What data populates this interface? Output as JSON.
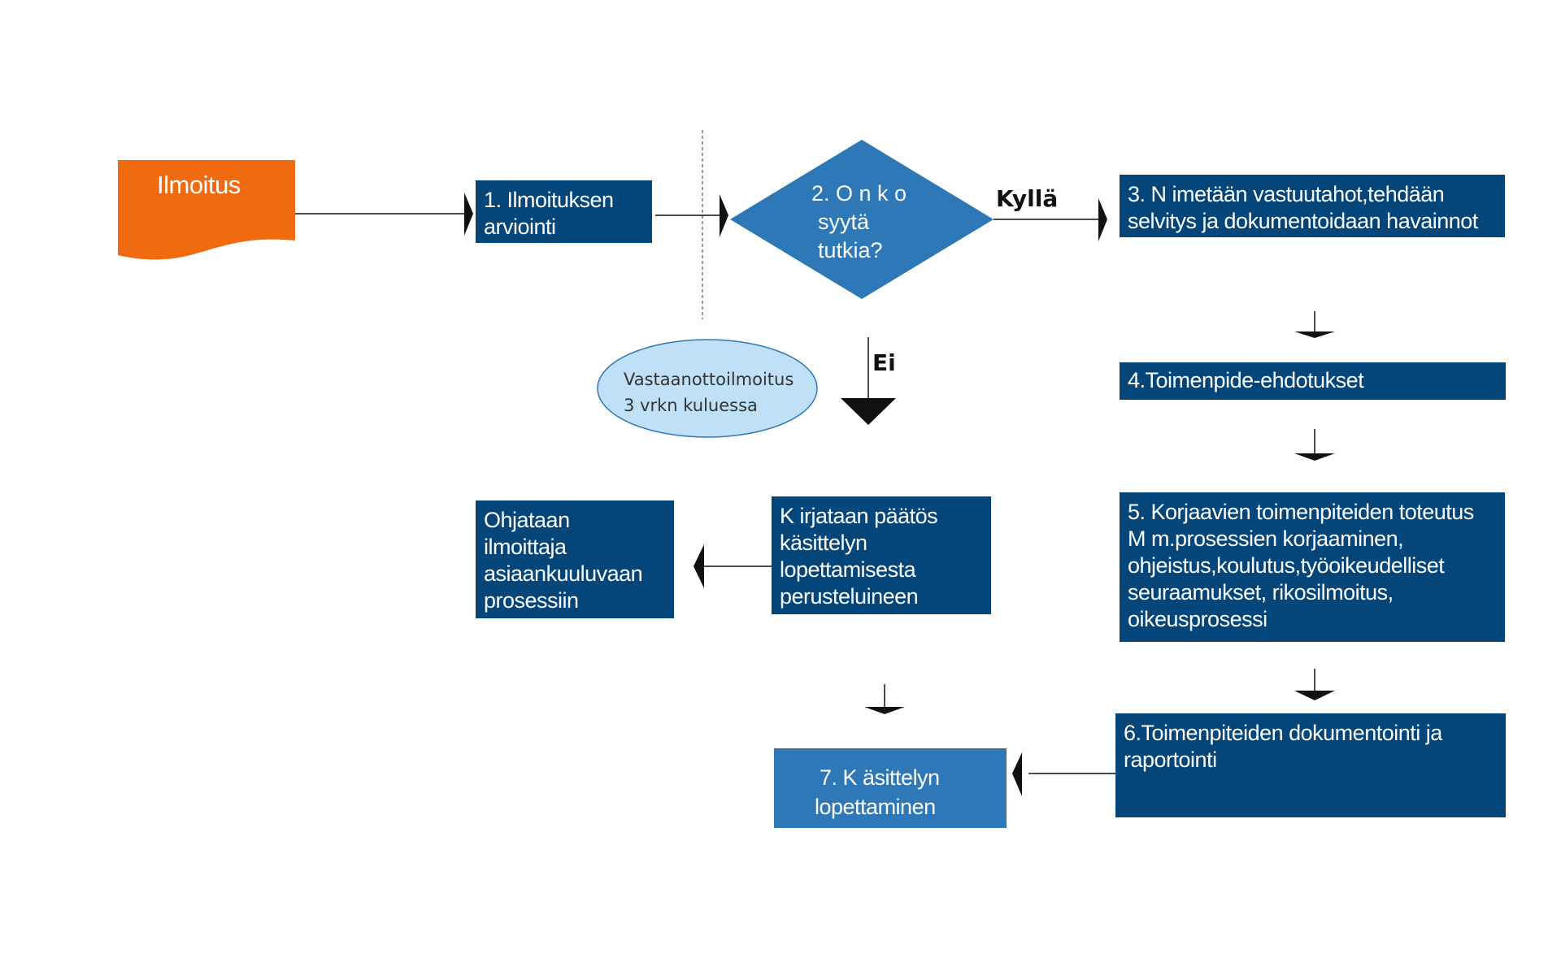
{
  "start": {
    "label": "Ilmoitus",
    "color": "#f06b0f"
  },
  "step1": {
    "lines": [
      "1. Ilmoituksen",
      "arviointi"
    ]
  },
  "decision": {
    "lines": [
      "2. O n k o",
      "syytä",
      "tutkia?"
    ],
    "color": "#2e78b7"
  },
  "yes_label": "Kyllä",
  "no_label": "Ei",
  "step3": {
    "lines": [
      "3. N imetään vastuutahot,tehdään",
      "selvitys ja dokumentoidaan havainnot"
    ]
  },
  "step4": {
    "lines": [
      "4.Toimenpide-ehdotukset"
    ]
  },
  "step5": {
    "lines": [
      "5. Korjaavien toimenpiteiden toteutus",
      "M m.prosessien korjaaminen,",
      "ohjeistus,koulutus,työoikeudelliset",
      "seuraamukset, rikosilmoitus,",
      "oikeusprosessi"
    ]
  },
  "step6": {
    "lines": [
      "6.Toimenpiteiden dokumentointi ja",
      "raportointi"
    ]
  },
  "step7": {
    "lines": [
      "7. K äsittelyn",
      "lopettaminen"
    ]
  },
  "record_decision": {
    "lines": [
      "K irjataan päätös",
      "käsittelyn",
      "lopettamisesta",
      "perusteluineen"
    ]
  },
  "redirect": {
    "lines": [
      "Ohjataan",
      "ilmoittaja",
      "asiaankuuluvaan",
      "prosessiin"
    ]
  },
  "acknowledgement": {
    "lines": [
      "Vastaanottoilmoitus",
      "3 vrkn kuluessa"
    ],
    "color": "#bfe0f7"
  },
  "colors": {
    "dark_box": "#04467a",
    "mid_box": "#2e78b7"
  }
}
